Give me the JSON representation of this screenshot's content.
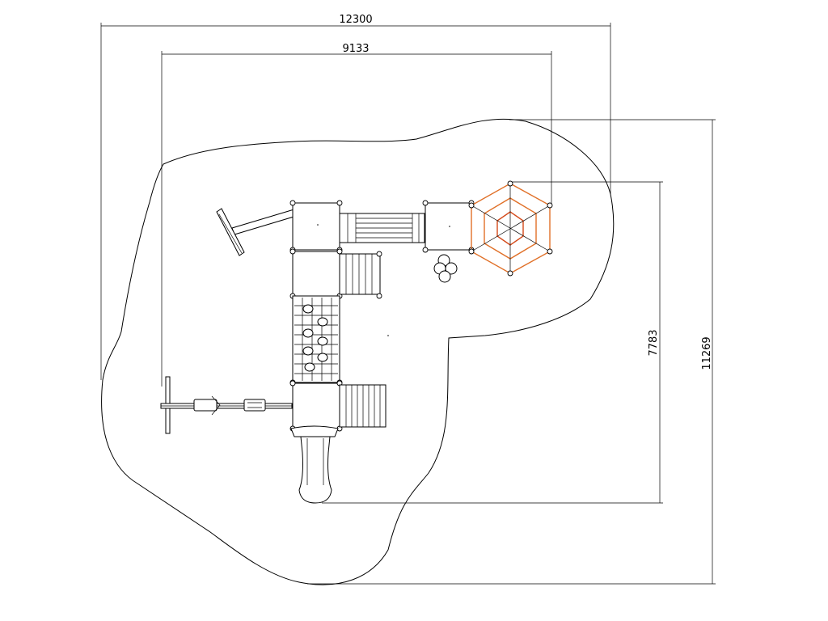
{
  "dimensions": {
    "overall_width": "12300",
    "structure_width": "9133",
    "structure_depth": "7783",
    "overall_depth": "11269"
  },
  "colors": {
    "line": "#000000",
    "web_outer": "#e07028",
    "web_inner": "#d44a1a"
  }
}
